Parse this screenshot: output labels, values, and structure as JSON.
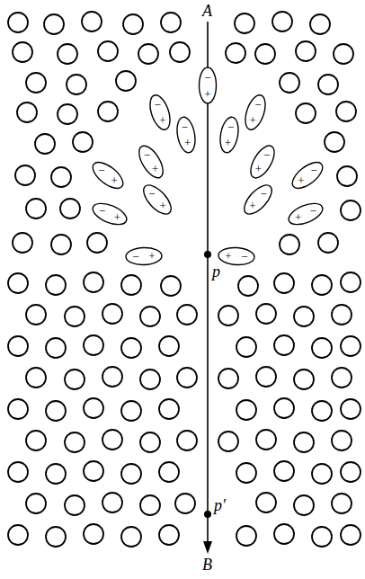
{
  "diagram": {
    "nodes": [
      {
        "text": [
          "−",
          "+"
        ]
      },
      {
        "text": [
          "−",
          "+"
        ]
      },
      {
        "text": [
          "−",
          "+"
        ]
      },
      {
        "text": [
          "−",
          "+"
        ]
      },
      {
        "text": [
          "−",
          "+"
        ]
      },
      {
        "text": [
          "−",
          "+"
        ]
      },
      {
        "text": [
          "−",
          "+"
        ]
      },
      {
        "text": [
          "−",
          "+"
        ]
      },
      {
        "text": [
          "−",
          "+"
        ]
      },
      {
        "text": [
          "−",
          "+"
        ]
      },
      {
        "text": [
          "−",
          "+"
        ]
      },
      {
        "text": [
          "−",
          "+"
        ]
      },
      {
        "text": [
          "−",
          "+"
        ]
      },
      {
        "text": [
          "−",
          "+"
        ]
      },
      {
        "text": [
          "−",
          "+"
        ]
      }
    ],
    "labels": [
      "A",
      "p",
      "p'",
      "B"
    ]
  }
}
